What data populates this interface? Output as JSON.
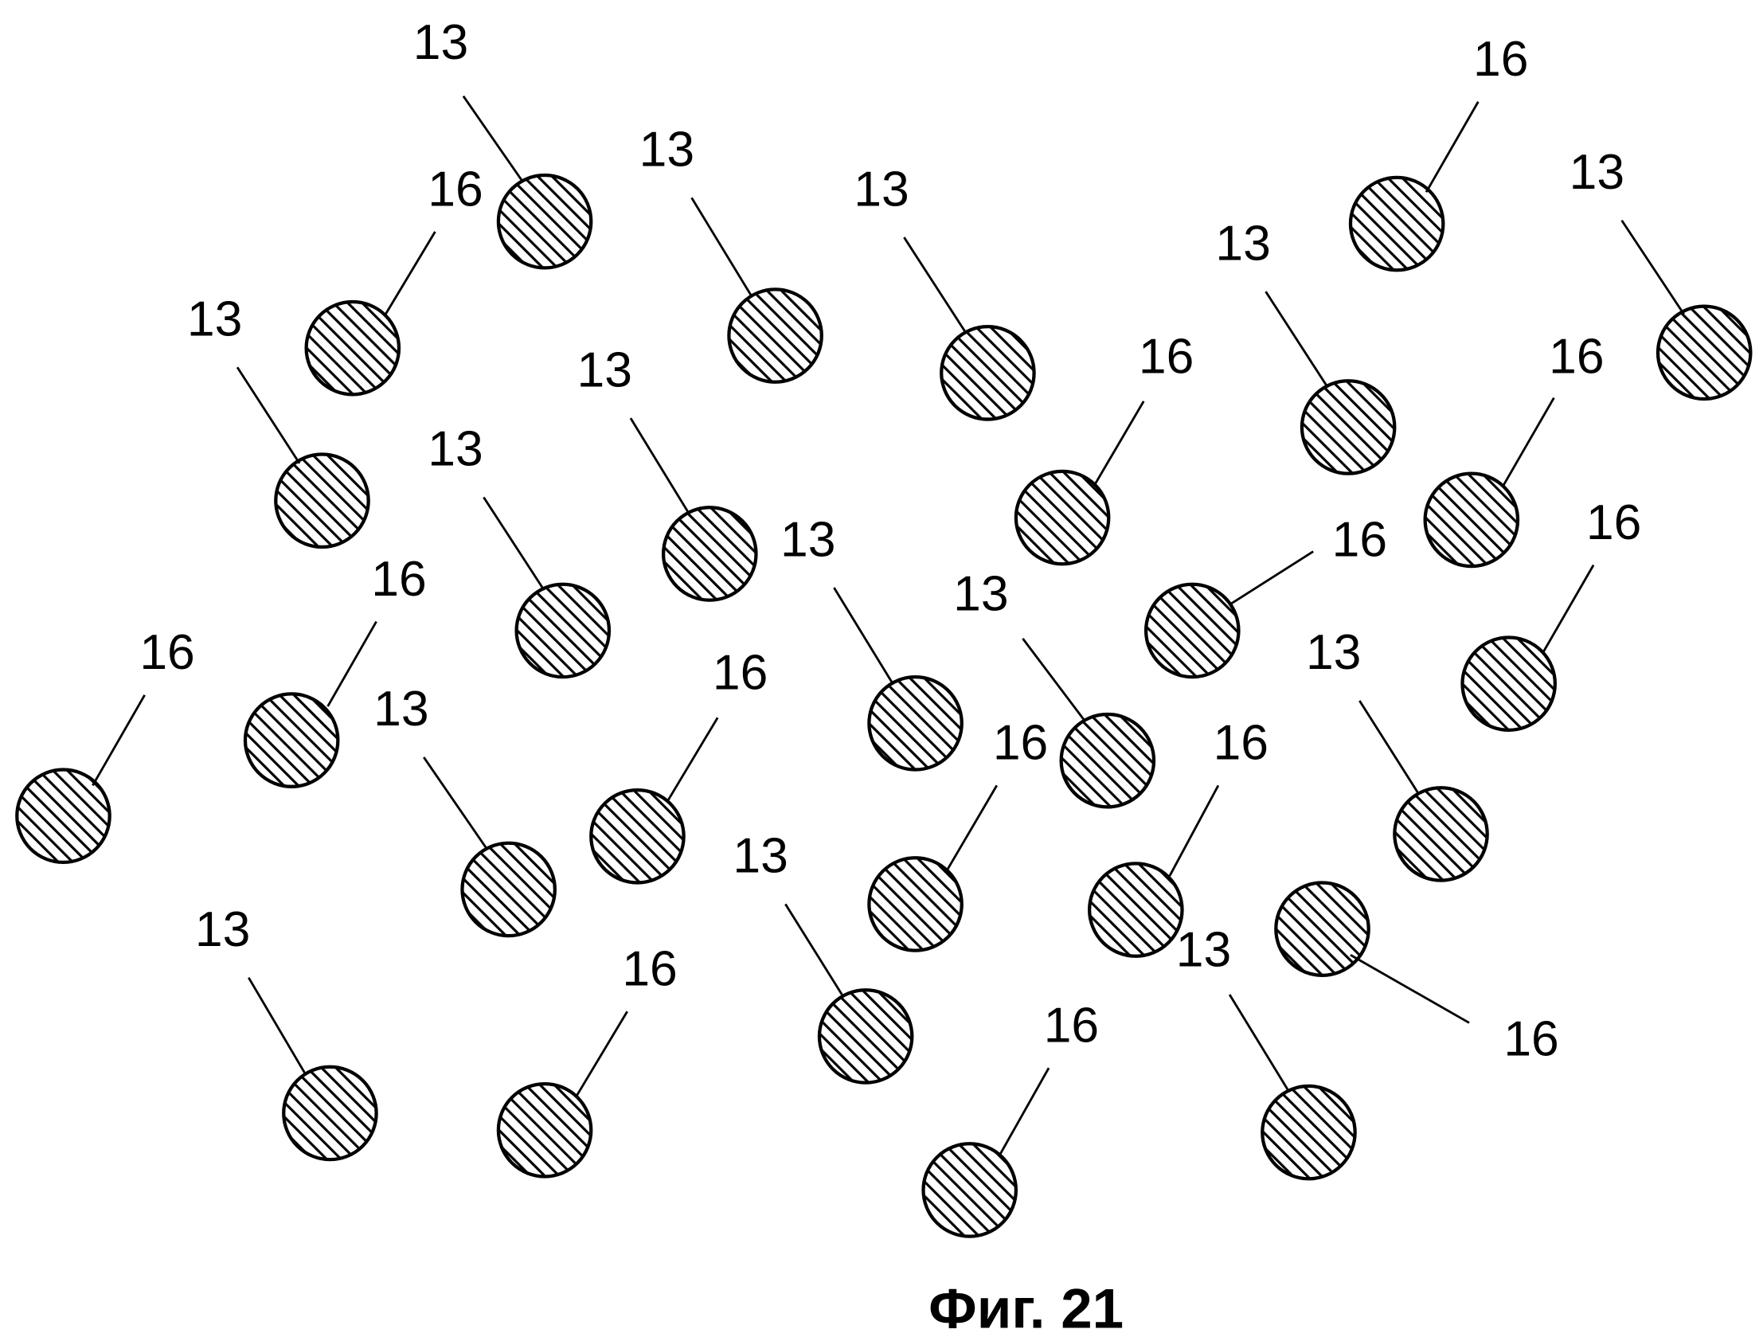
{
  "figure": {
    "caption": "Фиг. 21",
    "colors": {
      "ink": "#000000",
      "background": "#ffffff"
    },
    "elements": [
      {
        "ref": "13"
      },
      {
        "ref": "16"
      },
      {
        "ref": "13"
      },
      {
        "ref": "13"
      },
      {
        "ref": "16"
      },
      {
        "ref": "16"
      },
      {
        "ref": "13"
      },
      {
        "ref": "16"
      },
      {
        "ref": "13"
      },
      {
        "ref": "16"
      },
      {
        "ref": "13"
      },
      {
        "ref": "13"
      },
      {
        "ref": "13"
      },
      {
        "ref": "13"
      },
      {
        "ref": "13"
      },
      {
        "ref": "16"
      },
      {
        "ref": "16"
      },
      {
        "ref": "13"
      },
      {
        "ref": "16"
      },
      {
        "ref": "16"
      },
      {
        "ref": "16"
      },
      {
        "ref": "13"
      },
      {
        "ref": "16"
      },
      {
        "ref": "13"
      },
      {
        "ref": "16"
      },
      {
        "ref": "16"
      },
      {
        "ref": "13"
      },
      {
        "ref": "16"
      },
      {
        "ref": "13"
      }
    ]
  }
}
